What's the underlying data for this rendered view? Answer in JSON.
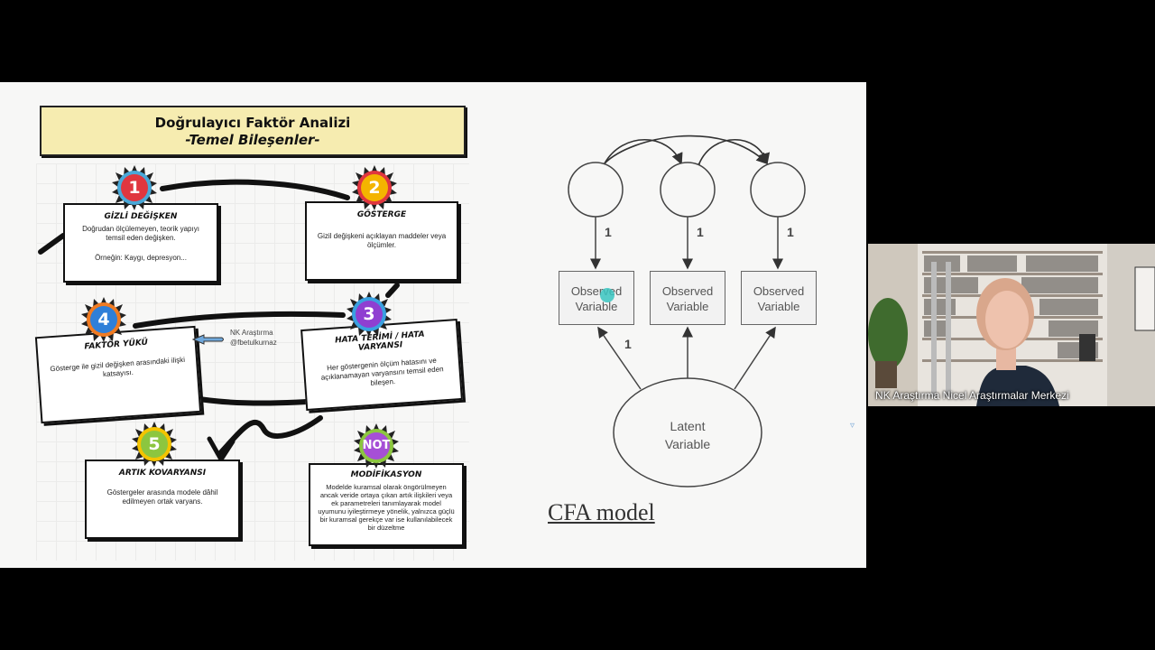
{
  "slide": {
    "title_line1": "Doğrulayıcı Faktör Analizi",
    "title_line2": "-Temel Bileşenler-",
    "cards": [
      {
        "number": "1",
        "title": "GİZLİ DEĞİŞKEN",
        "body": "Doğrudan ölçülemeyen, teorik yapıyı temsil eden değişken.",
        "example": "Örneğin: Kaygı, depresyon..."
      },
      {
        "number": "2",
        "title": "GÖSTERGE",
        "body": "Gizil değişkeni açıklayan maddeler veya ölçümler."
      },
      {
        "number": "3",
        "title": "HATA TERİMİ / HATA VARYANSI",
        "body": "Her göstergenin ölçüm hatasını ve açıklanamayan varyansını temsil eden bileşen."
      },
      {
        "number": "4",
        "title": "FAKTÖR YÜKÜ",
        "body": "Gösterge ile gizil değişken arasındaki ilişki katsayısı."
      },
      {
        "number": "5",
        "title": "ARTIK KOVARYANSI",
        "body": "Göstergeler arasında modele dâhil edilmeyen ortak varyans."
      },
      {
        "number": "NOT",
        "title": "MODİFİKASYON",
        "body": "Modelde kuramsal olarak öngörülmeyen ancak veride ortaya çıkan artık ilişkileri veya ek parametreleri tanımlayarak model uyumunu iyileştirmeye yönelik, yalnızca güçlü bir kuramsal gerekçe var ise kullanılabilecek bir düzeltme"
      }
    ],
    "watermark_line1": "NK Araştırma",
    "watermark_line2": "@fbetulkurnaz",
    "cfa": {
      "observed_line1": "Observed",
      "observed_line2": "Variable",
      "latent_line1": "Latent",
      "latent_line2": "Variable",
      "loading_label": "1",
      "caption": "CFA model"
    }
  },
  "webcam": {
    "speaker": "NK Araştırma Nicel Araştırmalar Merkezi"
  },
  "colors": {
    "badge1": "#e0363f",
    "badge2": "#f4b400",
    "badge3": "#8f3fd1",
    "badge4": "#f07b22",
    "badge5": "#8cc63f",
    "badgeNot": "#a64fd6",
    "banner": "#f6ecb0"
  }
}
